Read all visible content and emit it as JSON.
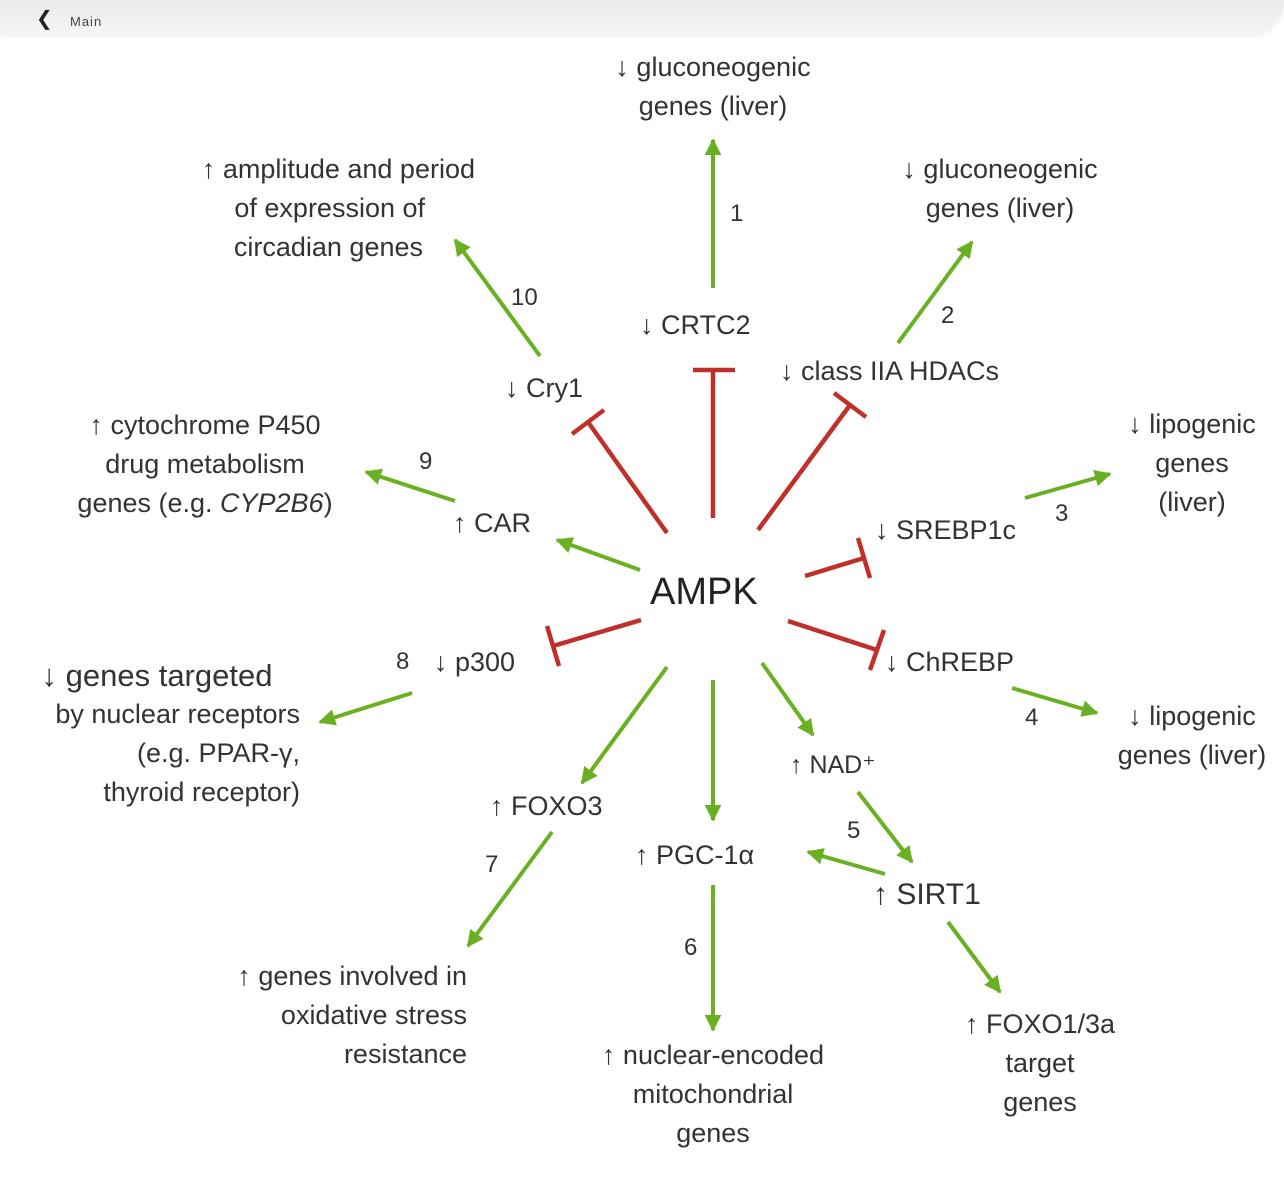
{
  "center": "AMPK",
  "nodes": {
    "crtc2": "↓ CRTC2",
    "hdacs": "↓ class IIA HDACs",
    "cry1": "↓ Cry1",
    "car": "↑ CAR",
    "srebp1c": "↓ SREBP1c",
    "p300": "↓ p300",
    "chrebp": "↓ ChREBP",
    "nad": "↑ NAD⁺",
    "foxo3": "↑ FOXO3",
    "pgc1a": "↑ PGC-1α",
    "sirt1": "↑ SIRT1"
  },
  "outcomes": {
    "gluco1": [
      "↓ gluconeogenic",
      "genes (liver)"
    ],
    "gluco2": [
      "↓ gluconeogenic",
      "genes (liver)"
    ],
    "lipo3": [
      "↓ lipogenic",
      "genes",
      "(liver)"
    ],
    "lipo4": [
      "↓ lipogenic",
      "genes (liver)"
    ],
    "mito6": [
      "↑ nuclear-encoded",
      "mitochondrial",
      "genes"
    ],
    "oxid7": [
      "↑ genes involved in",
      "oxidative stress",
      "resistance"
    ],
    "nuclear8_first": "↓ genes targeted",
    "nuclear8_rest": [
      "by nuclear receptors",
      "(e.g. PPAR-γ,",
      "thyroid receptor)"
    ],
    "cyp9_l1": "↑ cytochrome P450",
    "cyp9_l2": "drug metabolism",
    "cyp9_l3_pre": "genes (e.g. ",
    "cyp9_l3_ital": "CYP2B6",
    "cyp9_l3_post": ")",
    "circ10": [
      "↑ amplitude and period",
      "of expression of",
      "circadian genes"
    ],
    "foxo13": [
      "↑ FOXO1/3a",
      "target",
      "genes"
    ]
  },
  "numbers": [
    "1",
    "2",
    "3",
    "4",
    "5",
    "6",
    "7",
    "8",
    "9",
    "10"
  ],
  "colors": {
    "activate": "#6ab023",
    "inhibit": "#c0302a",
    "text": "#333333"
  },
  "topbar": {
    "back_icon": "chevron-left-icon",
    "label": "Main"
  }
}
